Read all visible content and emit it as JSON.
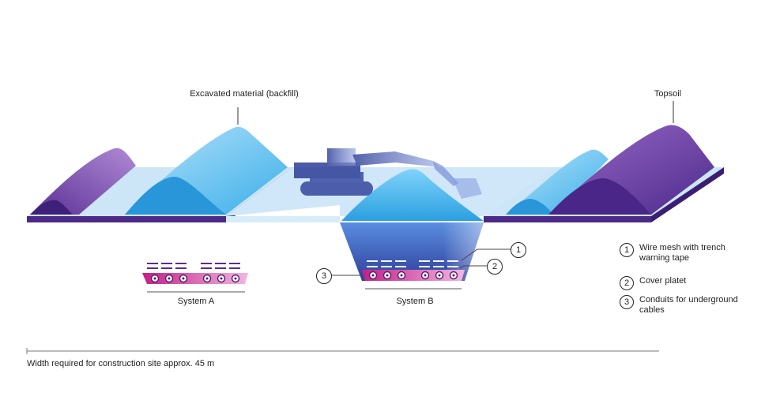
{
  "labels": {
    "excavated": "Excavated material (backfill)",
    "topsoil": "Topsoil",
    "system_a": "System A",
    "system_b": "System B",
    "width_note": "Width required for construction site approx. 45 m"
  },
  "callouts": [
    "1",
    "2",
    "3"
  ],
  "legend": [
    {
      "num": "1",
      "text": "Wire mesh with trench warning tape"
    },
    {
      "num": "2",
      "text": "Cover platet"
    },
    {
      "num": "3",
      "text": "Conduits for underground cables"
    }
  ],
  "colors": {
    "purple_dark": "#4a2a86",
    "purple_mid": "#7a4ab0",
    "blue_light": "#cfe8f8",
    "blue_mid": "#4fb9ee",
    "magenta": "#c8208a",
    "trench_top": "#4f7bd0",
    "trench_bottom": "#2d3f9a"
  },
  "icons": [
    "excavator-icon"
  ]
}
